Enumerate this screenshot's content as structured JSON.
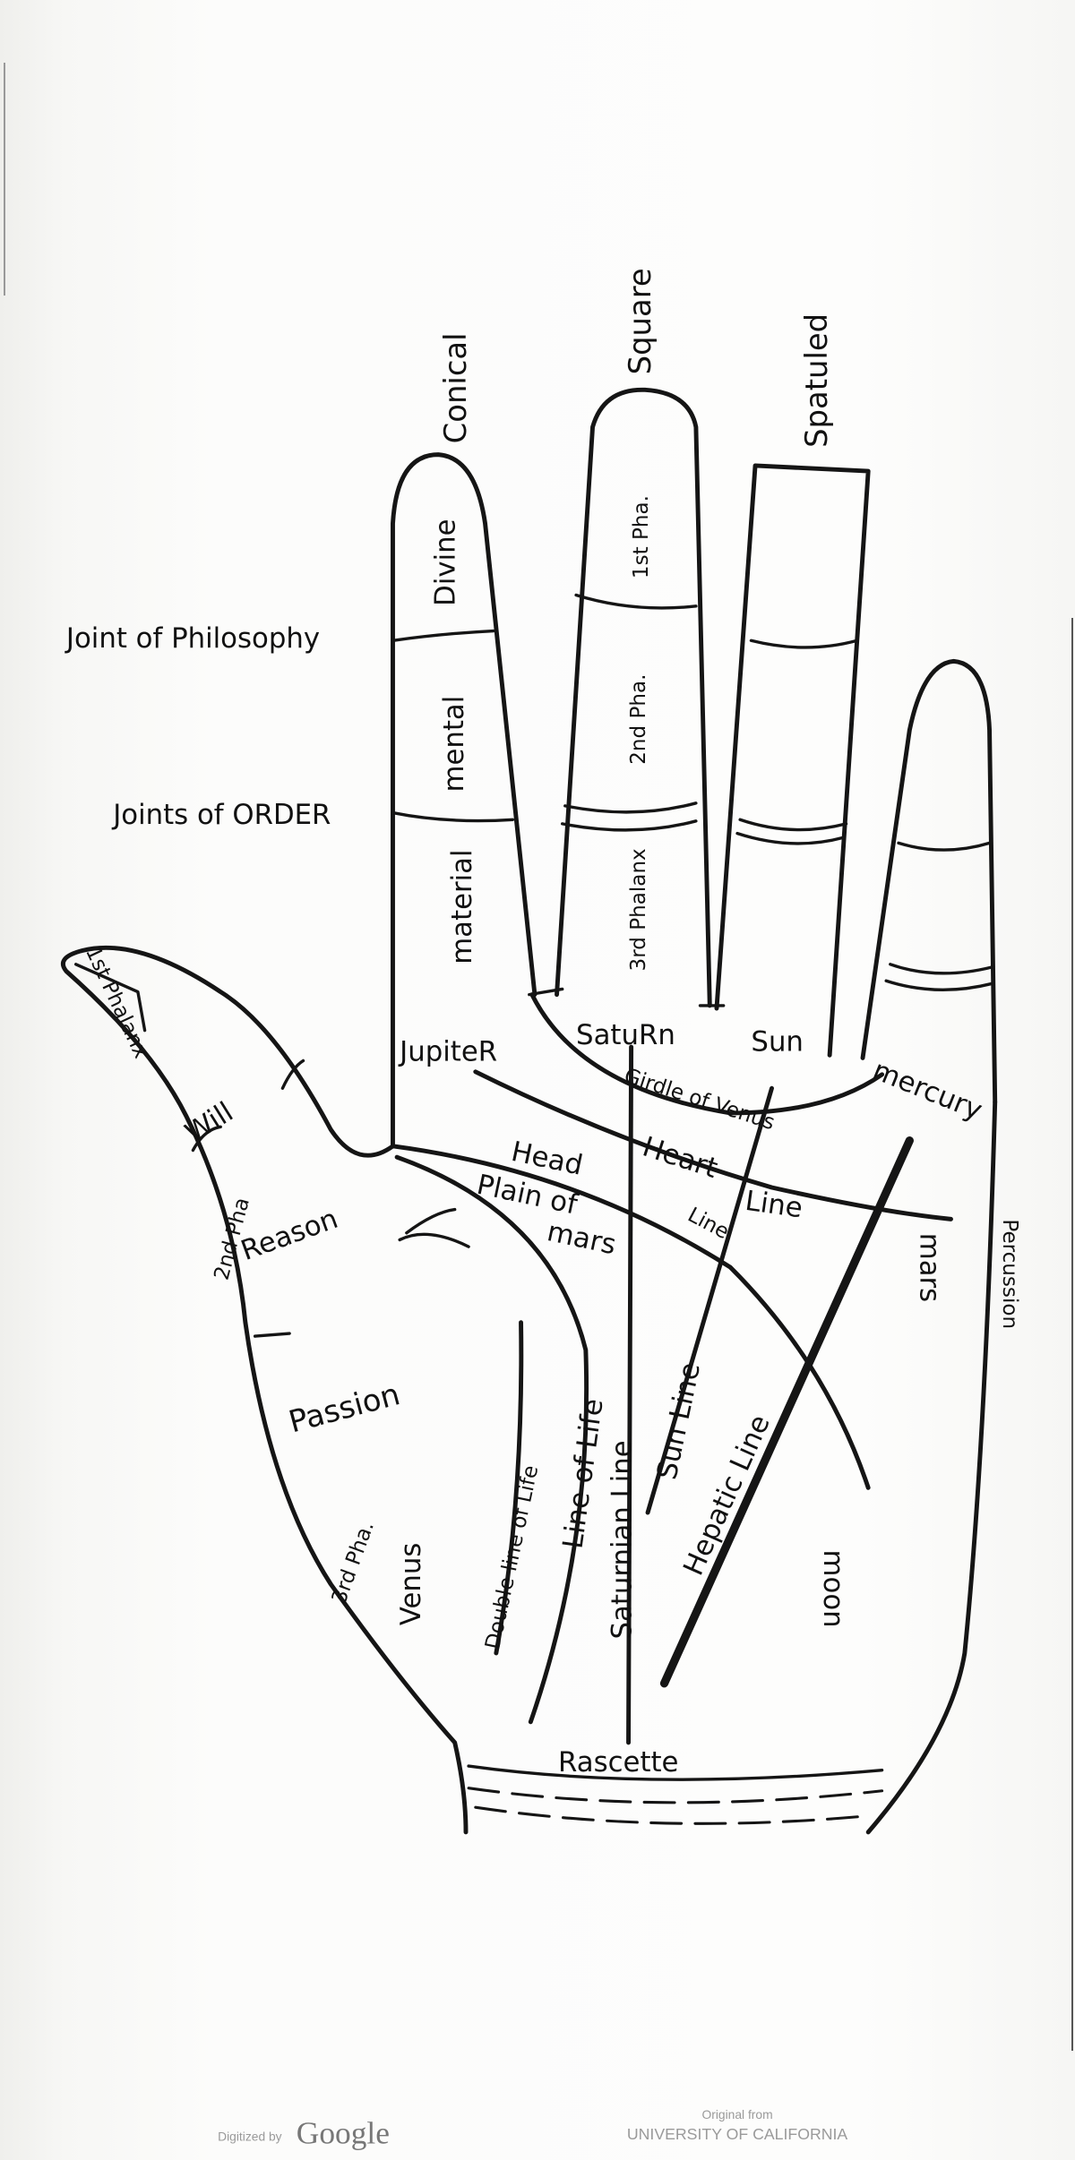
{
  "fingers": {
    "index": {
      "type": "Conical",
      "phalanges": [
        "Divine",
        "mental",
        "material"
      ]
    },
    "middle": {
      "type": "Square",
      "phalanges": [
        "1st Pha.",
        "2nd Pha.",
        "3rd Phalanx"
      ]
    },
    "ring": {
      "type": "Spatuled"
    }
  },
  "joints": {
    "philosophy": "Joint of Philosophy",
    "order": "Joints of ORDER"
  },
  "mounts": {
    "jupiter": "JupiteR",
    "saturn": "SatuRn",
    "sun": "Sun",
    "mercury": "mercury",
    "mars": "mars",
    "moon": "moon",
    "venus": "Venus"
  },
  "palm": {
    "girdle": "Girdle of Venus",
    "head": "Head",
    "heart": "Heart",
    "line_word": "Line",
    "plain_of": "Plain of",
    "plain_mars": "mars",
    "percussion": "Percussion",
    "double_life": "Double line of Life",
    "life": "Line of Life",
    "saturnian": "Saturnian Line",
    "sun_line": "Sun Line",
    "hepatic": "Hepatic Line",
    "rascette": "Rascette"
  },
  "thumb": {
    "will": "Will",
    "reason": "Reason",
    "passion": "Passion",
    "pha1": "1st Phalanx",
    "pha2": "2nd Pha",
    "pha3": "3rd Pha."
  },
  "footer": {
    "digitized": "Digitized by",
    "google": "Google",
    "original_from": "Original from",
    "university": "UNIVERSITY OF CALIFORNIA"
  }
}
